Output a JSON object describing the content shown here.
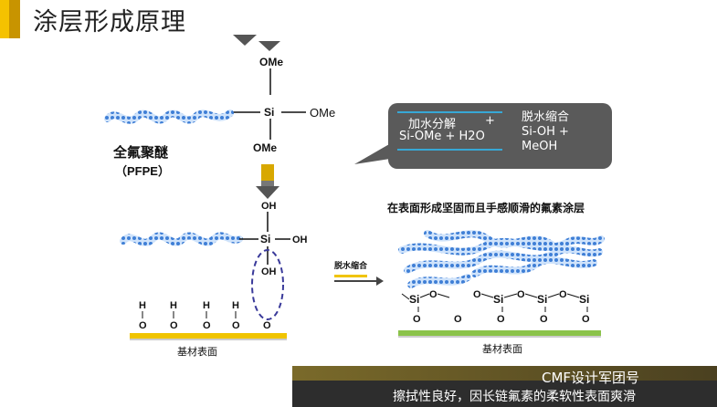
{
  "title": "涂层形成原理",
  "left": {
    "ome_top": "OMe",
    "ome_right": "OMe",
    "ome_bottom": "OMe",
    "si": "Si",
    "pfpe_name": "全氟聚醚",
    "pfpe_abbr": "（PFPE）",
    "oh_top": "OH",
    "oh_right": "OH",
    "oh_bottom": "OH",
    "si2": "Si",
    "surface_h": [
      "H",
      "H",
      "H",
      "H"
    ],
    "surface_o": [
      "O",
      "O",
      "O",
      "O",
      "O"
    ],
    "substrate_label": "基材表面"
  },
  "callout": {
    "hydrolysis": "加水分解",
    "plus": "+",
    "hydrolysis_formula": "Si-OMe + H2O",
    "condense_title": "脱水缩合",
    "condense_line1": "Si-OH +",
    "condense_line2": "MeOH"
  },
  "arrow_label": "脱水缩合",
  "right": {
    "description": "在表面形成坚固而且手感顺滑的氟素涂层",
    "si_labels": [
      "Si",
      "Si",
      "Si",
      "Si"
    ],
    "o_bridge": [
      "O",
      "O",
      "O",
      "O"
    ],
    "o_bottom": [
      "O",
      "O",
      "O",
      "O",
      "O"
    ],
    "substrate_label": "基材表面"
  },
  "brand": "CMF设计军团号",
  "footer": "擦拭性良好，因长链氟素的柔软性表面爽滑",
  "colors": {
    "accent": "#f5c200",
    "pfpe": "#4f8ed8",
    "substrate": "#f0c400",
    "substrate_right": "#8bc34a"
  }
}
